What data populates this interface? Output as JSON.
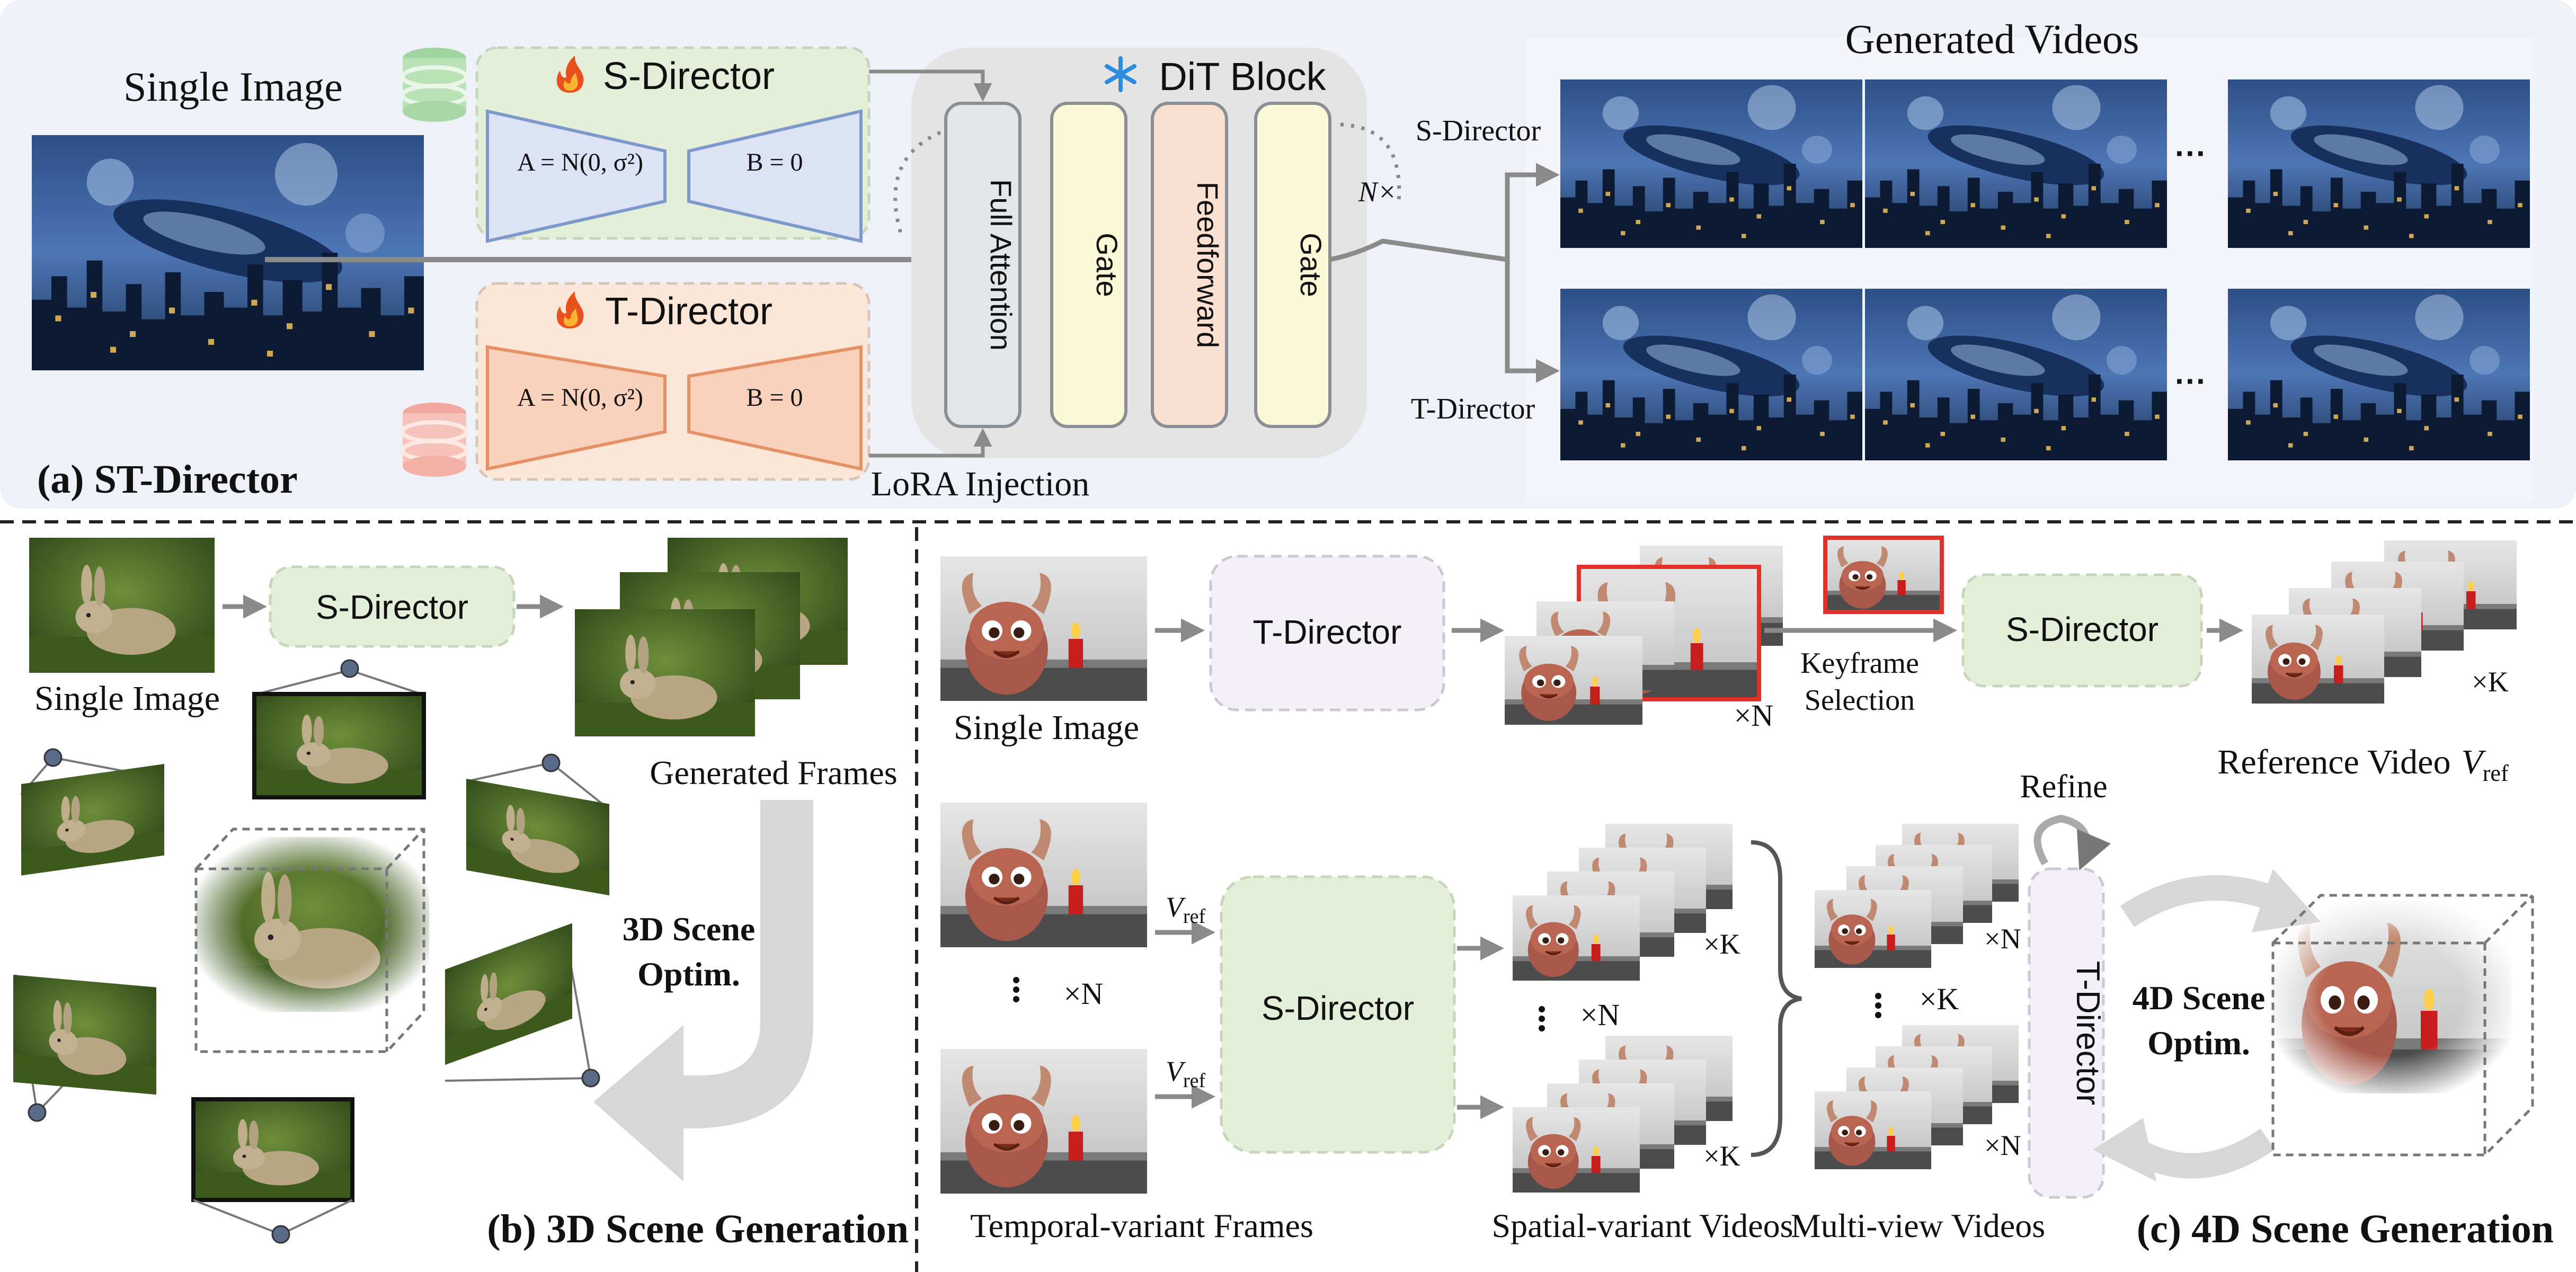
{
  "panel_a": {
    "title": "(a) ST-Director",
    "input_label": "Single Image",
    "s_director_label": "S-Director",
    "t_director_label": "T-Director",
    "matrix_a_label": "A = N(0, σ²)",
    "matrix_b_label": "B = 0",
    "dit_block_label": "DiT Block",
    "full_attention_label": "Full Attention",
    "gate_label": "Gate",
    "feedforward_label": "Feedforward",
    "n_times_label": "N×",
    "lora_label": "LoRA Injection",
    "generated_videos_label": "Generated Videos",
    "s_branch_label": "S-Director",
    "t_branch_label": "T-Director",
    "ellipsis": "···"
  },
  "panel_b": {
    "title": "(b) 3D Scene Generation",
    "input_label": "Single Image",
    "s_director_label": "S-Director",
    "generated_frames_label": "Generated Frames",
    "optim_label_line1": "3D Scene",
    "optim_label_line2": "Optim."
  },
  "panel_c": {
    "title": "(c) 4D Scene Generation",
    "input_label": "Single Image",
    "t_director_label": "T-Director",
    "s_director_top_label": "S-Director",
    "times_n": "×N",
    "times_k": "×K",
    "keyframe_label_line1": "Keyframe",
    "keyframe_label_line2": "Selection",
    "reference_video_label": "Reference Video",
    "vref_symbol": "V",
    "vref_subscript": "ref",
    "s_director_mid_label": "S-Director",
    "temporal_frames_label": "Temporal-variant Frames",
    "spatial_videos_label": "Spatial-variant Videos",
    "multiview_videos_label": "Multi-view Videos",
    "t_director_vertical_label": "T-Director",
    "refine_label": "Refine",
    "optim_label_line1": "4D Scene",
    "optim_label_line2": "Optim."
  },
  "colors": {
    "panel_a_bg": "#eef2f8",
    "s_director_fill": "#e3efd9",
    "t_director_fill": "#fbe6d8",
    "s_trapezoid": "#dbe3f4",
    "s_trapezoid_stroke": "#7d99cc",
    "t_trapezoid": "#f8d2bc",
    "t_trapezoid_stroke": "#e69066",
    "gate_fill": "#fbf8d8",
    "feedforward_fill": "#f9e0d1",
    "attention_fill": "#e3e6e9",
    "dit_bg": "#e4e4e4",
    "keyframe_red": "#e0312b",
    "green_director": "#e3efd9",
    "purple_director": "#f4f0f8"
  }
}
